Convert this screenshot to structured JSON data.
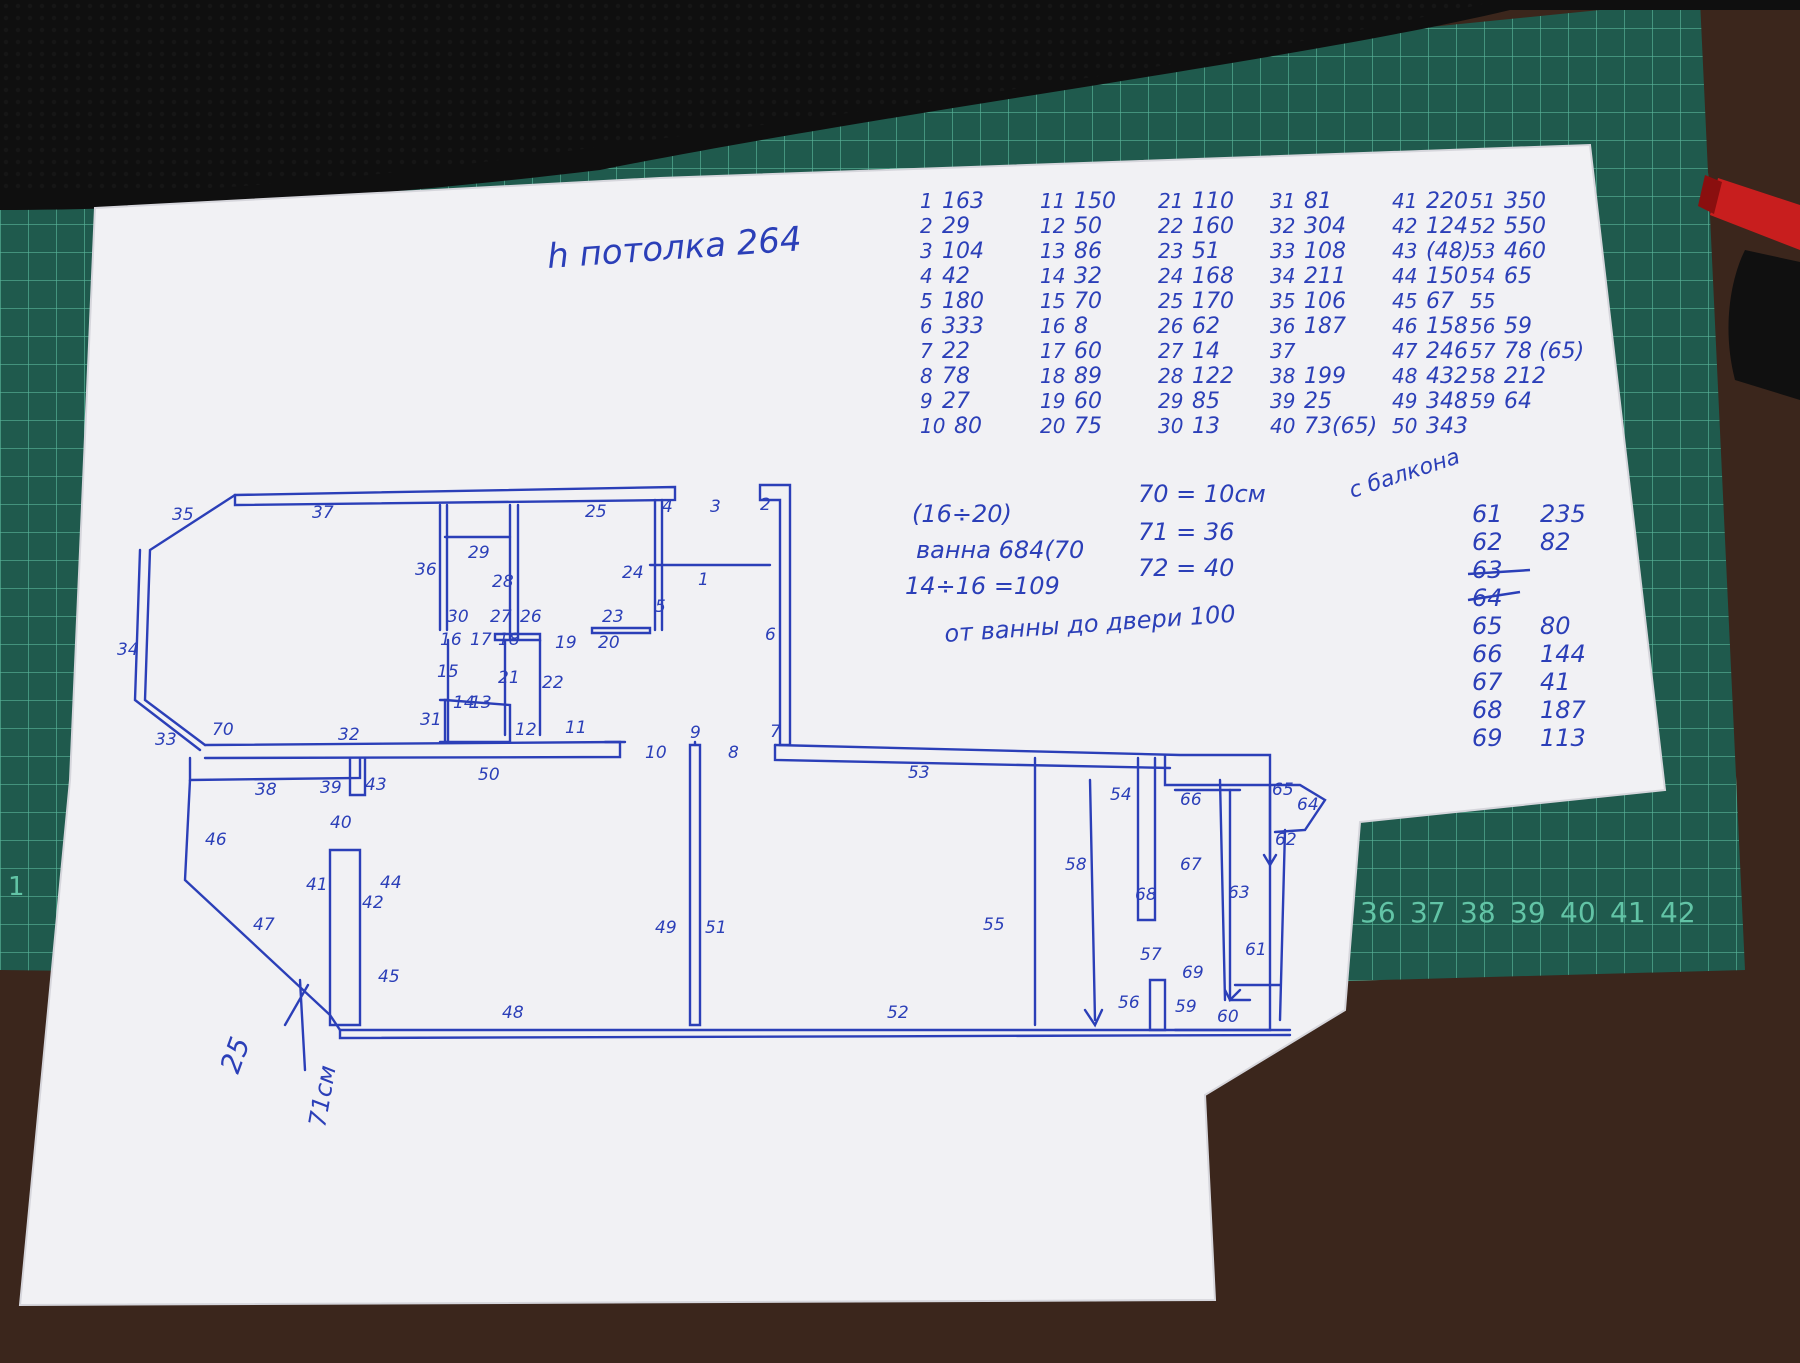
{
  "colors": {
    "ink": "#2b3fb8",
    "paper": "#f1f1f4",
    "mat": "#1f5a4d",
    "mat_line": "#62c4a6",
    "table": "#3b261c",
    "laptop": "#111111",
    "marker": "#c81e1e"
  },
  "ceiling_note": "h потолка 264",
  "measurements": [
    {
      "n": "1",
      "v": "163"
    },
    {
      "n": "2",
      "v": "29"
    },
    {
      "n": "3",
      "v": "104"
    },
    {
      "n": "4",
      "v": "42"
    },
    {
      "n": "5",
      "v": "180"
    },
    {
      "n": "6",
      "v": "333"
    },
    {
      "n": "7",
      "v": "22"
    },
    {
      "n": "8",
      "v": "78"
    },
    {
      "n": "9",
      "v": "27"
    },
    {
      "n": "10",
      "v": "80"
    },
    {
      "n": "11",
      "v": "150"
    },
    {
      "n": "12",
      "v": "50"
    },
    {
      "n": "13",
      "v": "86"
    },
    {
      "n": "14",
      "v": "32"
    },
    {
      "n": "15",
      "v": "70"
    },
    {
      "n": "16",
      "v": "8"
    },
    {
      "n": "17",
      "v": "60"
    },
    {
      "n": "18",
      "v": "89"
    },
    {
      "n": "19",
      "v": "60"
    },
    {
      "n": "20",
      "v": "75"
    },
    {
      "n": "21",
      "v": "110"
    },
    {
      "n": "22",
      "v": "160"
    },
    {
      "n": "23",
      "v": "51"
    },
    {
      "n": "24",
      "v": "168"
    },
    {
      "n": "25",
      "v": "170"
    },
    {
      "n": "26",
      "v": "62"
    },
    {
      "n": "27",
      "v": "14"
    },
    {
      "n": "28",
      "v": "122"
    },
    {
      "n": "29",
      "v": "85"
    },
    {
      "n": "30",
      "v": "13"
    },
    {
      "n": "31",
      "v": "81"
    },
    {
      "n": "32",
      "v": "304"
    },
    {
      "n": "33",
      "v": "108"
    },
    {
      "n": "34",
      "v": "211"
    },
    {
      "n": "35",
      "v": "106"
    },
    {
      "n": "36",
      "v": "187"
    },
    {
      "n": "37",
      "v": ""
    },
    {
      "n": "38",
      "v": "199"
    },
    {
      "n": "39",
      "v": "25"
    },
    {
      "n": "40",
      "v": "73(65)"
    },
    {
      "n": "41",
      "v": "220"
    },
    {
      "n": "42",
      "v": "124"
    },
    {
      "n": "43",
      "v": "(48)"
    },
    {
      "n": "44",
      "v": "150"
    },
    {
      "n": "45",
      "v": "67"
    },
    {
      "n": "46",
      "v": "158"
    },
    {
      "n": "47",
      "v": "246"
    },
    {
      "n": "48",
      "v": "432"
    },
    {
      "n": "49",
      "v": "348"
    },
    {
      "n": "50",
      "v": "343"
    },
    {
      "n": "51",
      "v": "350"
    },
    {
      "n": "52",
      "v": "550"
    },
    {
      "n": "53",
      "v": "460"
    },
    {
      "n": "54",
      "v": "65"
    },
    {
      "n": "55",
      "v": ""
    },
    {
      "n": "56",
      "v": "59"
    },
    {
      "n": "57",
      "v": "78 (65)"
    },
    {
      "n": "58",
      "v": "212"
    },
    {
      "n": "59",
      "v": "64"
    }
  ],
  "balcony_note": "с балкона",
  "measurements_2": [
    {
      "n": "61",
      "v": "235"
    },
    {
      "n": "62",
      "v": "82"
    },
    {
      "n": "63",
      "v": ""
    },
    {
      "n": "64",
      "v": ""
    },
    {
      "n": "65",
      "v": "80"
    },
    {
      "n": "66",
      "v": "144"
    },
    {
      "n": "67",
      "v": "41"
    },
    {
      "n": "68",
      "v": "187"
    },
    {
      "n": "69",
      "v": "113"
    }
  ],
  "notes": {
    "range": "(16÷20)",
    "bath": "ванна 684(70",
    "sum": "14÷16 =109",
    "v70": "70 = 10см",
    "v71": "71 = 36",
    "v72": "72 = 40",
    "door": "от ванны до двери 100"
  },
  "plan_labels": [
    "1",
    "2",
    "3",
    "4",
    "5",
    "6",
    "7",
    "8",
    "9",
    "10",
    "11",
    "12",
    "13",
    "14",
    "15",
    "16",
    "17",
    "18",
    "19",
    "20",
    "21",
    "22",
    "23",
    "24",
    "25",
    "26",
    "27",
    "28",
    "29",
    "30",
    "31",
    "32",
    "33",
    "34",
    "35",
    "36",
    "37",
    "38",
    "39",
    "40",
    "41",
    "42",
    "43",
    "44",
    "45",
    "46",
    "47",
    "48",
    "49",
    "50",
    "51",
    "52",
    "53",
    "54",
    "55",
    "56",
    "57",
    "58",
    "59",
    "60",
    "61",
    "62",
    "63",
    "64",
    "65",
    "66",
    "67",
    "68",
    "69",
    "70"
  ],
  "plan_extra": {
    "angle": "25",
    "dim": "71см"
  },
  "ruler_numbers": [
    "36",
    "37",
    "38",
    "39",
    "40",
    "41",
    "42"
  ],
  "ruler_one": "1"
}
